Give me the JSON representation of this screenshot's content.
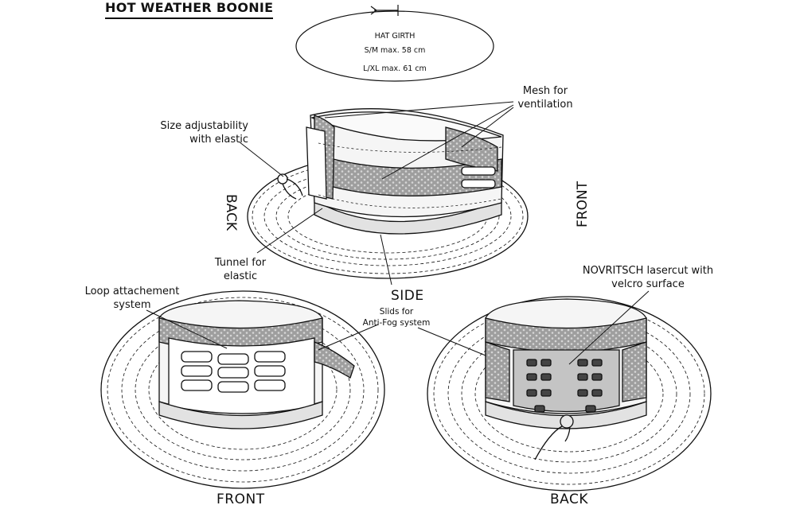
{
  "title": "HOT WEATHER BOONIE",
  "girth": {
    "heading": "HAT GIRTH",
    "sm": "S/M max. 58 cm",
    "lxl": "L/XL max. 61 cm"
  },
  "callouts": {
    "mesh": [
      "Mesh for",
      "ventilation"
    ],
    "size_adjust": [
      "Size adjustability",
      "with elastic"
    ],
    "tunnel": [
      "Tunnel for",
      "elastic"
    ],
    "loop": [
      "Loop attachement",
      "system"
    ],
    "slids": [
      "Slids for",
      "Anti-Fog system"
    ],
    "lasercut": [
      "NOVRITSCH lasercut with",
      "velcro surface"
    ]
  },
  "views": {
    "side": "SIDE",
    "back_side": "BACK",
    "front_side": "FRONT",
    "front": "FRONT",
    "back": "BACK"
  },
  "colors": {
    "line": "#111111",
    "mesh": "#9a9a9a",
    "hatband": "#d8d8d8",
    "panel": "#bdbdbd"
  }
}
